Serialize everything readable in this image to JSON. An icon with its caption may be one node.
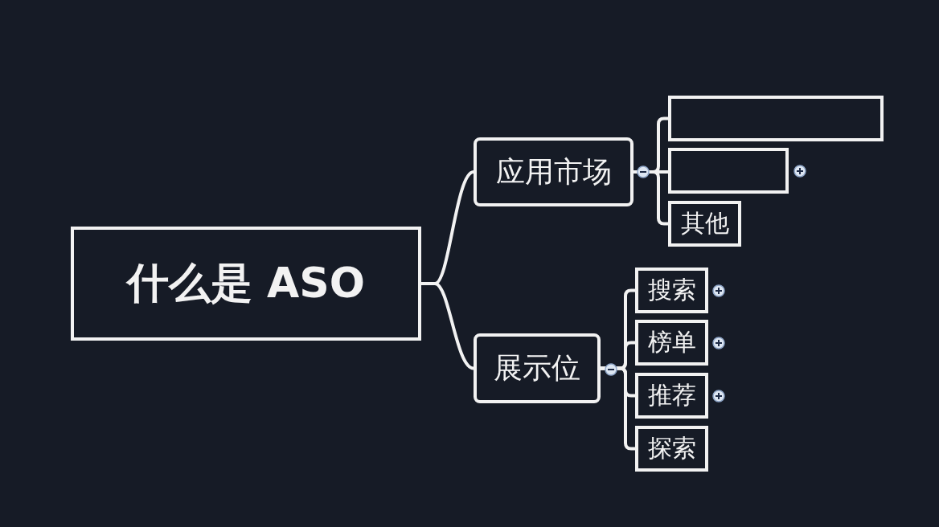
{
  "diagram": {
    "nodes": [
      {
        "text": [
          "什么是 ASO"
        ]
      },
      {
        "text": [
          "应用市场"
        ]
      },
      {
        "text": [],
        "shape": "box"
      },
      {
        "text": [],
        "shape": "box"
      },
      {
        "text": [
          "其他"
        ]
      },
      {
        "text": [
          "展示位"
        ]
      },
      {
        "text": [
          "搜索"
        ]
      },
      {
        "text": [
          "榜单"
        ]
      },
      {
        "text": [
          "推荐"
        ]
      },
      {
        "text": [
          "探索"
        ]
      }
    ],
    "edges": [
      {
        "from": 0,
        "to": 1,
        "arrow": "none"
      },
      {
        "from": 0,
        "to": 5,
        "arrow": "none"
      },
      {
        "from": 1,
        "to": 2,
        "arrow": "none"
      },
      {
        "from": 1,
        "to": 3,
        "arrow": "none"
      },
      {
        "from": 1,
        "to": 4,
        "arrow": "none"
      },
      {
        "from": 5,
        "to": 6,
        "arrow": "none"
      },
      {
        "from": 5,
        "to": 7,
        "arrow": "none"
      },
      {
        "from": 5,
        "to": 8,
        "arrow": "none"
      },
      {
        "from": 5,
        "to": 9,
        "arrow": "none"
      }
    ]
  }
}
